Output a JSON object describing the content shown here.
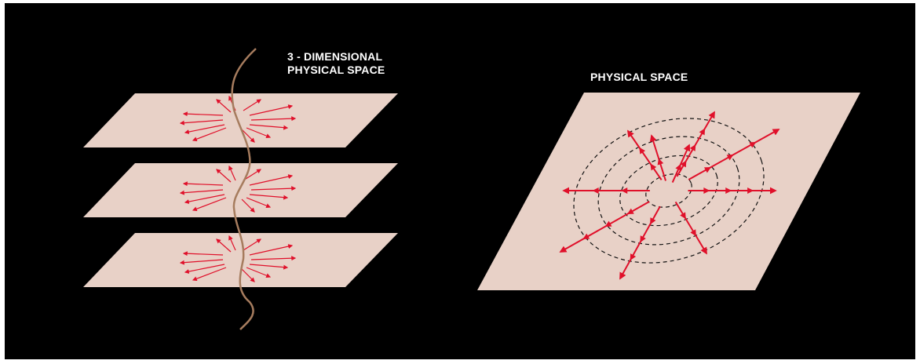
{
  "left_diagram": {
    "label_line1": "3 - DIMENSIONAL",
    "label_line2": "PHYSICAL SPACE",
    "plane_count": 3
  },
  "right_diagram": {
    "label": "PHYSICAL SPACE"
  },
  "colors": {
    "background": "#000000",
    "plane": "#e8d1c7",
    "arrow": "#e0102a",
    "curve": "#a67c5e",
    "dashed": "#111111",
    "label": "#ffffff"
  }
}
